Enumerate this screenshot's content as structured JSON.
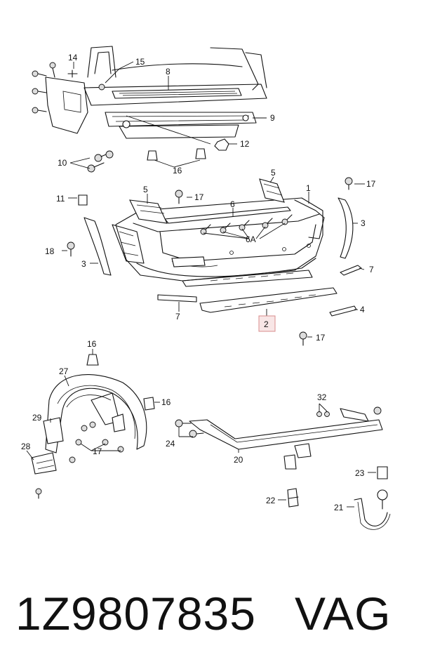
{
  "callouts": {
    "c1": "1",
    "c2": "2",
    "c3a": "3",
    "c3b": "3",
    "c4": "4",
    "c5a": "5",
    "c5b": "5",
    "c6": "6",
    "c6a": "6A",
    "c7a": "7",
    "c7b": "7",
    "c8": "8",
    "c9": "9",
    "c10": "10",
    "c11": "11",
    "c12": "12",
    "c14": "14",
    "c15": "15",
    "c16a": "16",
    "c16b": "16",
    "c16c": "16",
    "c17a": "17",
    "c17b": "17",
    "c17c": "17",
    "c17d": "17",
    "c18": "18",
    "c20": "20",
    "c21": "21",
    "c22": "22",
    "c23": "23",
    "c24": "24",
    "c27": "27",
    "c28": "28",
    "c29": "29",
    "c32": "32"
  },
  "highlight_label": "2",
  "footer": {
    "part_number": "1Z9807835",
    "brand": "VAG"
  }
}
